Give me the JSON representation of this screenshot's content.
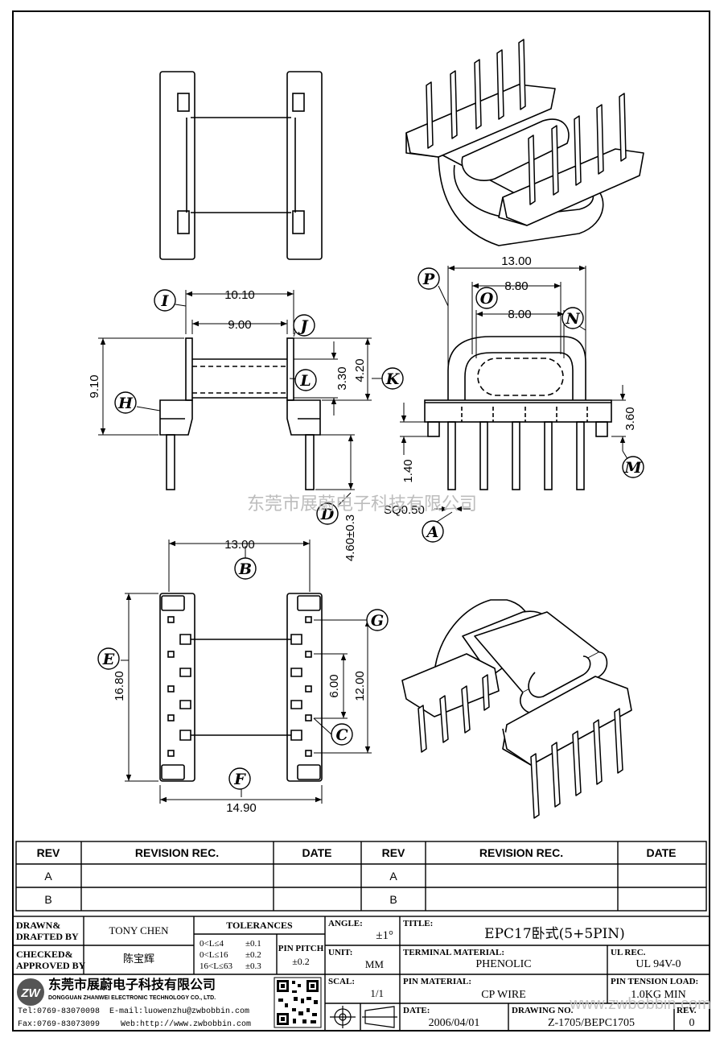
{
  "watermark": "东莞市展蔚电子科技有限公司",
  "watermark_url": "www.zwbobbin.com",
  "dims": {
    "top_13": "13.00",
    "top_880": "8.80",
    "top_800": "8.00",
    "w_1010": "10.10",
    "w_900": "9.00",
    "h_910": "9.10",
    "h_330": "3.30",
    "h_420": "4.20",
    "h_360": "3.60",
    "h_140": "1.40",
    "pin_len": "4.60±0.3",
    "sq": "SQ0.50",
    "bot_13": "13.00",
    "bot_1680": "16.80",
    "bot_600": "6.00",
    "bot_1200": "12.00",
    "bot_1490": "14.90"
  },
  "callouts": {
    "P": "P",
    "O": "O",
    "N": "N",
    "I": "I",
    "J": "J",
    "H": "H",
    "L": "L",
    "K": "K",
    "M": "M",
    "D": "D",
    "A": "A",
    "B": "B",
    "G": "G",
    "E": "E",
    "C": "C",
    "F": "F"
  },
  "revision": {
    "headers": [
      "REV",
      "REVISION REC.",
      "DATE",
      "REV",
      "REVISION REC.",
      "DATE"
    ],
    "rows": [
      [
        "A",
        "",
        "",
        "A",
        "",
        ""
      ],
      [
        "B",
        "",
        "",
        "B",
        "",
        ""
      ]
    ]
  },
  "title_block": {
    "drawn_label_1": "DRAWN&",
    "drawn_label_2": "DRAFTED BY",
    "drawn_value": "TONY CHEN",
    "checked_label_1": "CHECKED&",
    "checked_label_2": "APPROVED BY",
    "checked_value": "陈宝辉",
    "tolerances_label": "TOLERANCES",
    "tol_rows": [
      [
        "0<L≤4",
        "±0.1"
      ],
      [
        "0<L≤16",
        "±0.2"
      ],
      [
        "16<L≤63",
        "±0.3"
      ]
    ],
    "pin_pitch_label_1": "PIN PITCH",
    "pin_pitch_value": "±0.2",
    "angle_label": "ANGLE:",
    "angle_value": "±1°",
    "unit_label": "UNIT:",
    "unit_value": "MM",
    "scal_label": "SCAL:",
    "scal_value": "1/1",
    "title_label": "TITLE:",
    "title_value": "EPC17卧式(5+5PIN)",
    "terminal_label": "TERMINAL MATERIAL:",
    "terminal_value": "PHENOLIC",
    "ul_label": "UL REC.",
    "ul_value": "UL 94V-0",
    "pin_mat_label": "PIN MATERIAL:",
    "pin_mat_value": "CP WIRE",
    "tension_label": "PIN TENSION LOAD:",
    "tension_value": "1.0KG MIN",
    "date_label": "DATE:",
    "date_value": "2006/04/01",
    "drawing_label": "DRAWING NO.",
    "drawing_value": "Z-1705/BEPC1705",
    "rev_label": "REV.",
    "rev_value": "0",
    "company_cn": "东莞市展蔚电子科技有限公司",
    "company_en": "DONGGUAN ZHANWEI ELECTRONIC TECHNOLOGY CO., LTD.",
    "tel": "Tel:0769-83070098",
    "email": "E-mail:luowenzhu@zwbobbin.com",
    "fax": "Fax:0769-83073099",
    "web": "Web:http://www.zwbobbin.com",
    "logo_text": "ZW"
  }
}
